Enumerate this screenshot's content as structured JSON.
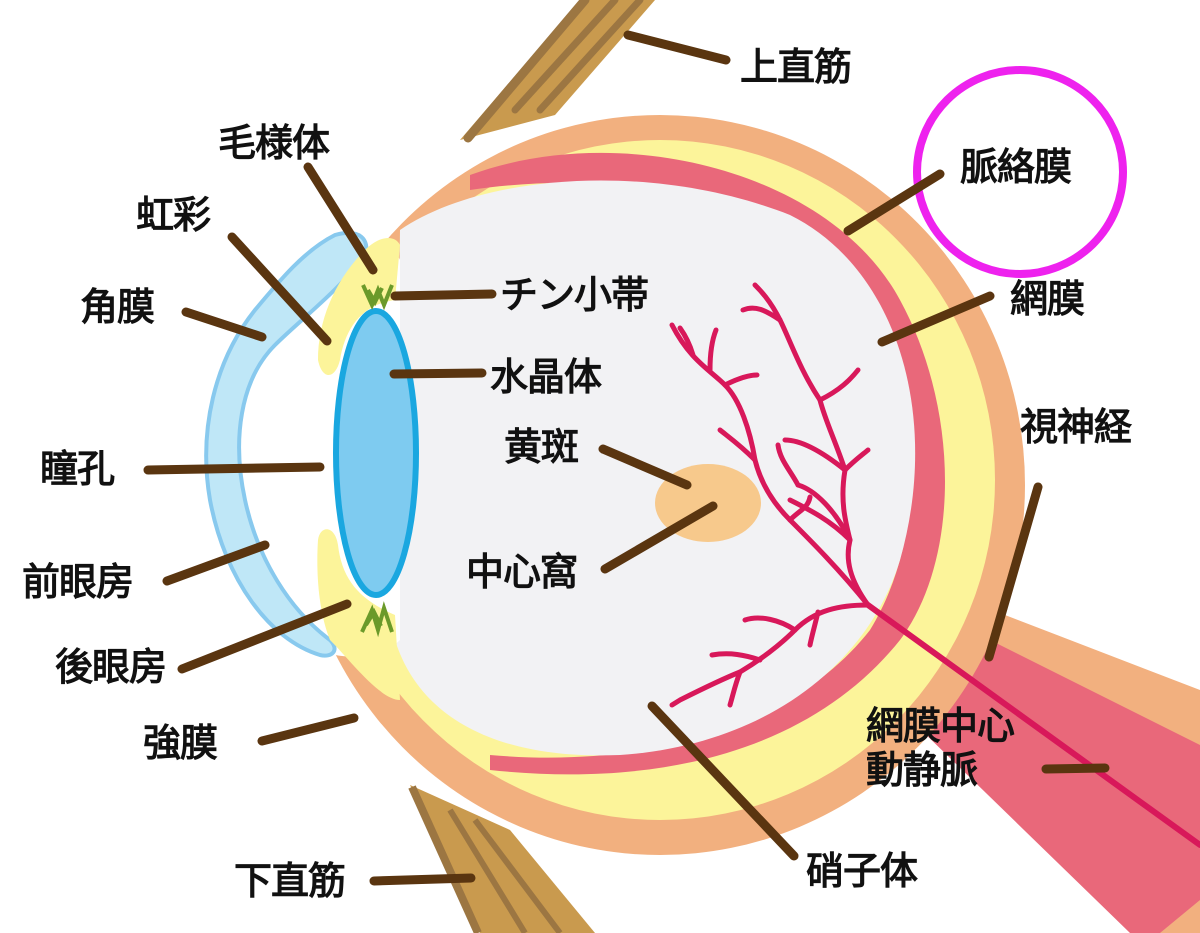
{
  "diagram": {
    "subject": "eye-cross-section",
    "colors": {
      "background": "#ffffff",
      "sclera": "#f2b07f",
      "choroid": "#fcf49a",
      "retina": "#e9687a",
      "vitreous": "#f2f2f4",
      "cornea_fill": "#bfe7f7",
      "cornea_stroke": "#88c9ee",
      "lens_fill": "#7ecbf0",
      "lens_stroke": "#1aa7e0",
      "zonule": "#6b9a2a",
      "macula": "#f7c98c",
      "vessel": "#d8185a",
      "muscle": "#c99a4e",
      "muscle_stripe": "#9c7642",
      "leader_line": "#5a3510",
      "highlight_circle": "#ee22ee",
      "text": "#111111"
    },
    "highlight": {
      "label": "脈絡膜",
      "shape": "circle"
    },
    "labels": {
      "superior_rectus": "上直筋",
      "ciliary_body": "毛様体",
      "choroid": "脈絡膜",
      "iris": "虹彩",
      "zonule_of_zinn": "チン小帯",
      "retina": "網膜",
      "cornea": "角膜",
      "lens": "水晶体",
      "macula": "黄斑",
      "optic_nerve": "視神経",
      "pupil": "瞳孔",
      "fovea": "中心窩",
      "anterior_chamber": "前眼房",
      "posterior_chamber": "後眼房",
      "sclera": "強膜",
      "central_retinal_vessels_line1": "網膜中心",
      "central_retinal_vessels_line2": "動静脈",
      "inferior_rectus": "下直筋",
      "vitreous_body": "硝子体"
    }
  }
}
